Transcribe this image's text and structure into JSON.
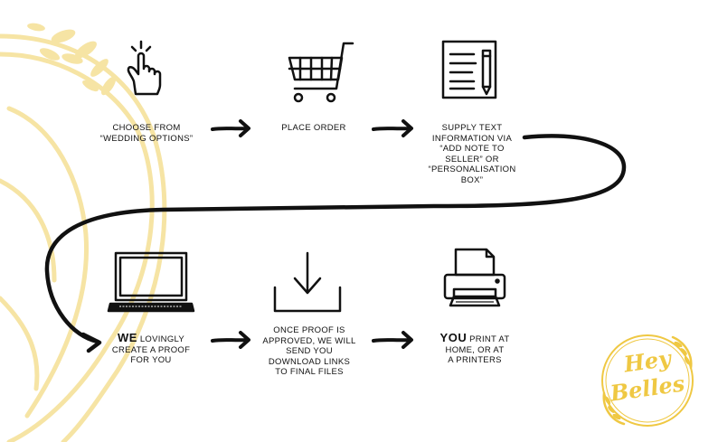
{
  "colors": {
    "ink": "#111111",
    "wheat": "#f6e4a4",
    "gold": "#efc843",
    "background": "#ffffff"
  },
  "steps": [
    {
      "icon": "tap-hand-icon",
      "lines": [
        "CHOOSE FROM",
        "“WEDDING OPTIONS”"
      ]
    },
    {
      "icon": "shopping-cart-icon",
      "lines": [
        "PLACE ORDER"
      ]
    },
    {
      "icon": "text-document-pen-icon",
      "lines": [
        "SUPPLY TEXT",
        "INFORMATION VIA",
        "“ADD NOTE TO",
        "SELLER” OR",
        "“PERSONALISATION",
        "BOX”"
      ]
    },
    {
      "icon": "laptop-icon",
      "lead": "WE",
      "first_rest": " LOVINGLY",
      "lines": [
        "CREATE A PROOF",
        "FOR YOU"
      ]
    },
    {
      "icon": "download-tray-icon",
      "lines": [
        "ONCE PROOF IS",
        "APPROVED, WE WILL",
        "SEND YOU",
        "DOWNLOAD LINKS",
        "TO FINAL FILES"
      ]
    },
    {
      "icon": "printer-icon",
      "lead": "YOU",
      "first_rest": " PRINT AT",
      "lines": [
        "HOME, OR AT",
        "A PRINTERS"
      ]
    }
  ],
  "logo": {
    "line1": "Hey",
    "line2": "Belles"
  }
}
